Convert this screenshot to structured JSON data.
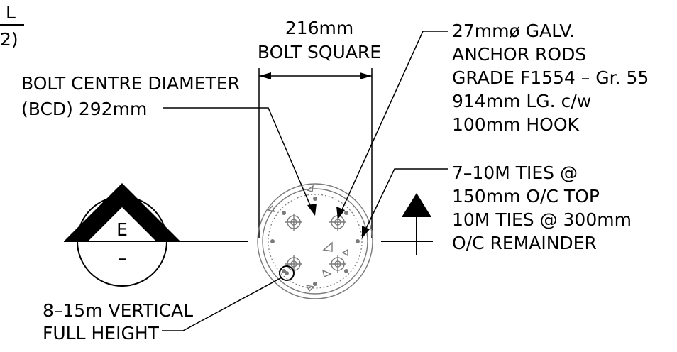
{
  "corner": {
    "letter": "L",
    "ref": "2)"
  },
  "dimension": {
    "line1": "216mm",
    "line2": "BOLT SQUARE"
  },
  "bcd": {
    "line1": "BOLT CENTRE DIAMETER",
    "line2": "(BCD) 292mm"
  },
  "anchor_rods": {
    "line1": "27mmø GALV.",
    "line2": "ANCHOR RODS",
    "line3": "GRADE F1554 – Gr. 55",
    "line4": "914mm LG. c/w",
    "line5": "100mm HOOK"
  },
  "ties": {
    "line1": "7–10M TIES @",
    "line2": "150mm O/C TOP",
    "line3": "10M TIES @ 300mm",
    "line4": "O/C REMAINDER"
  },
  "vertical": {
    "line1": "8–15m VERTICAL",
    "line2": "FULL HEIGHT"
  },
  "section_marker": {
    "letter": "E",
    "sub": "–"
  }
}
